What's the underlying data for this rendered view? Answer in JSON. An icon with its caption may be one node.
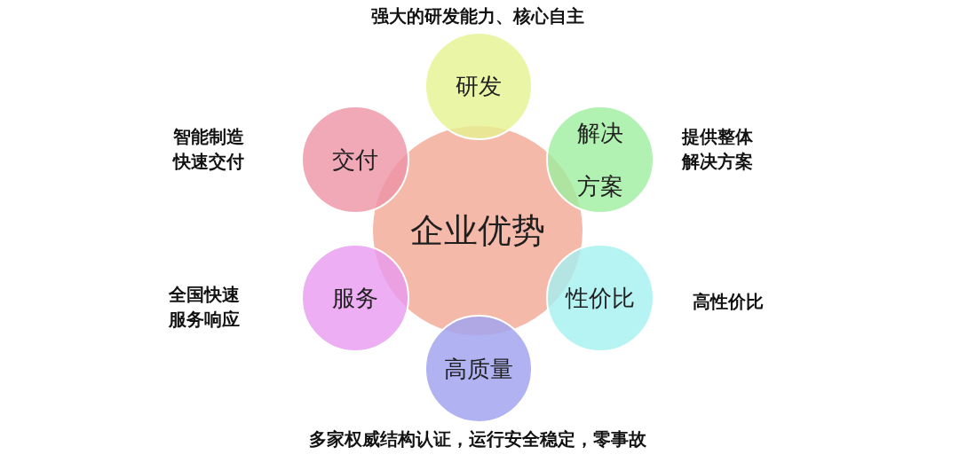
{
  "diagram": {
    "nodes": [
      {
        "text": [
          "企业优势"
        ]
      },
      {
        "text": [
          "研发"
        ],
        "beside": [
          "强大的研发能力、核心自主"
        ]
      },
      {
        "text": [
          "解决方案"
        ],
        "beside": [
          "提供整体解决方案"
        ]
      },
      {
        "text": [
          "性价比"
        ],
        "beside": [
          "高性价比"
        ]
      },
      {
        "text": [
          "高质量"
        ],
        "beside": [
          "多家权威结构认证，运行安全稳定，零事故"
        ]
      },
      {
        "text": [
          "服务"
        ],
        "beside": [
          "全国快速服务响应"
        ]
      },
      {
        "text": [
          "交付"
        ],
        "beside": [
          "智能制造快速交付"
        ]
      }
    ]
  }
}
